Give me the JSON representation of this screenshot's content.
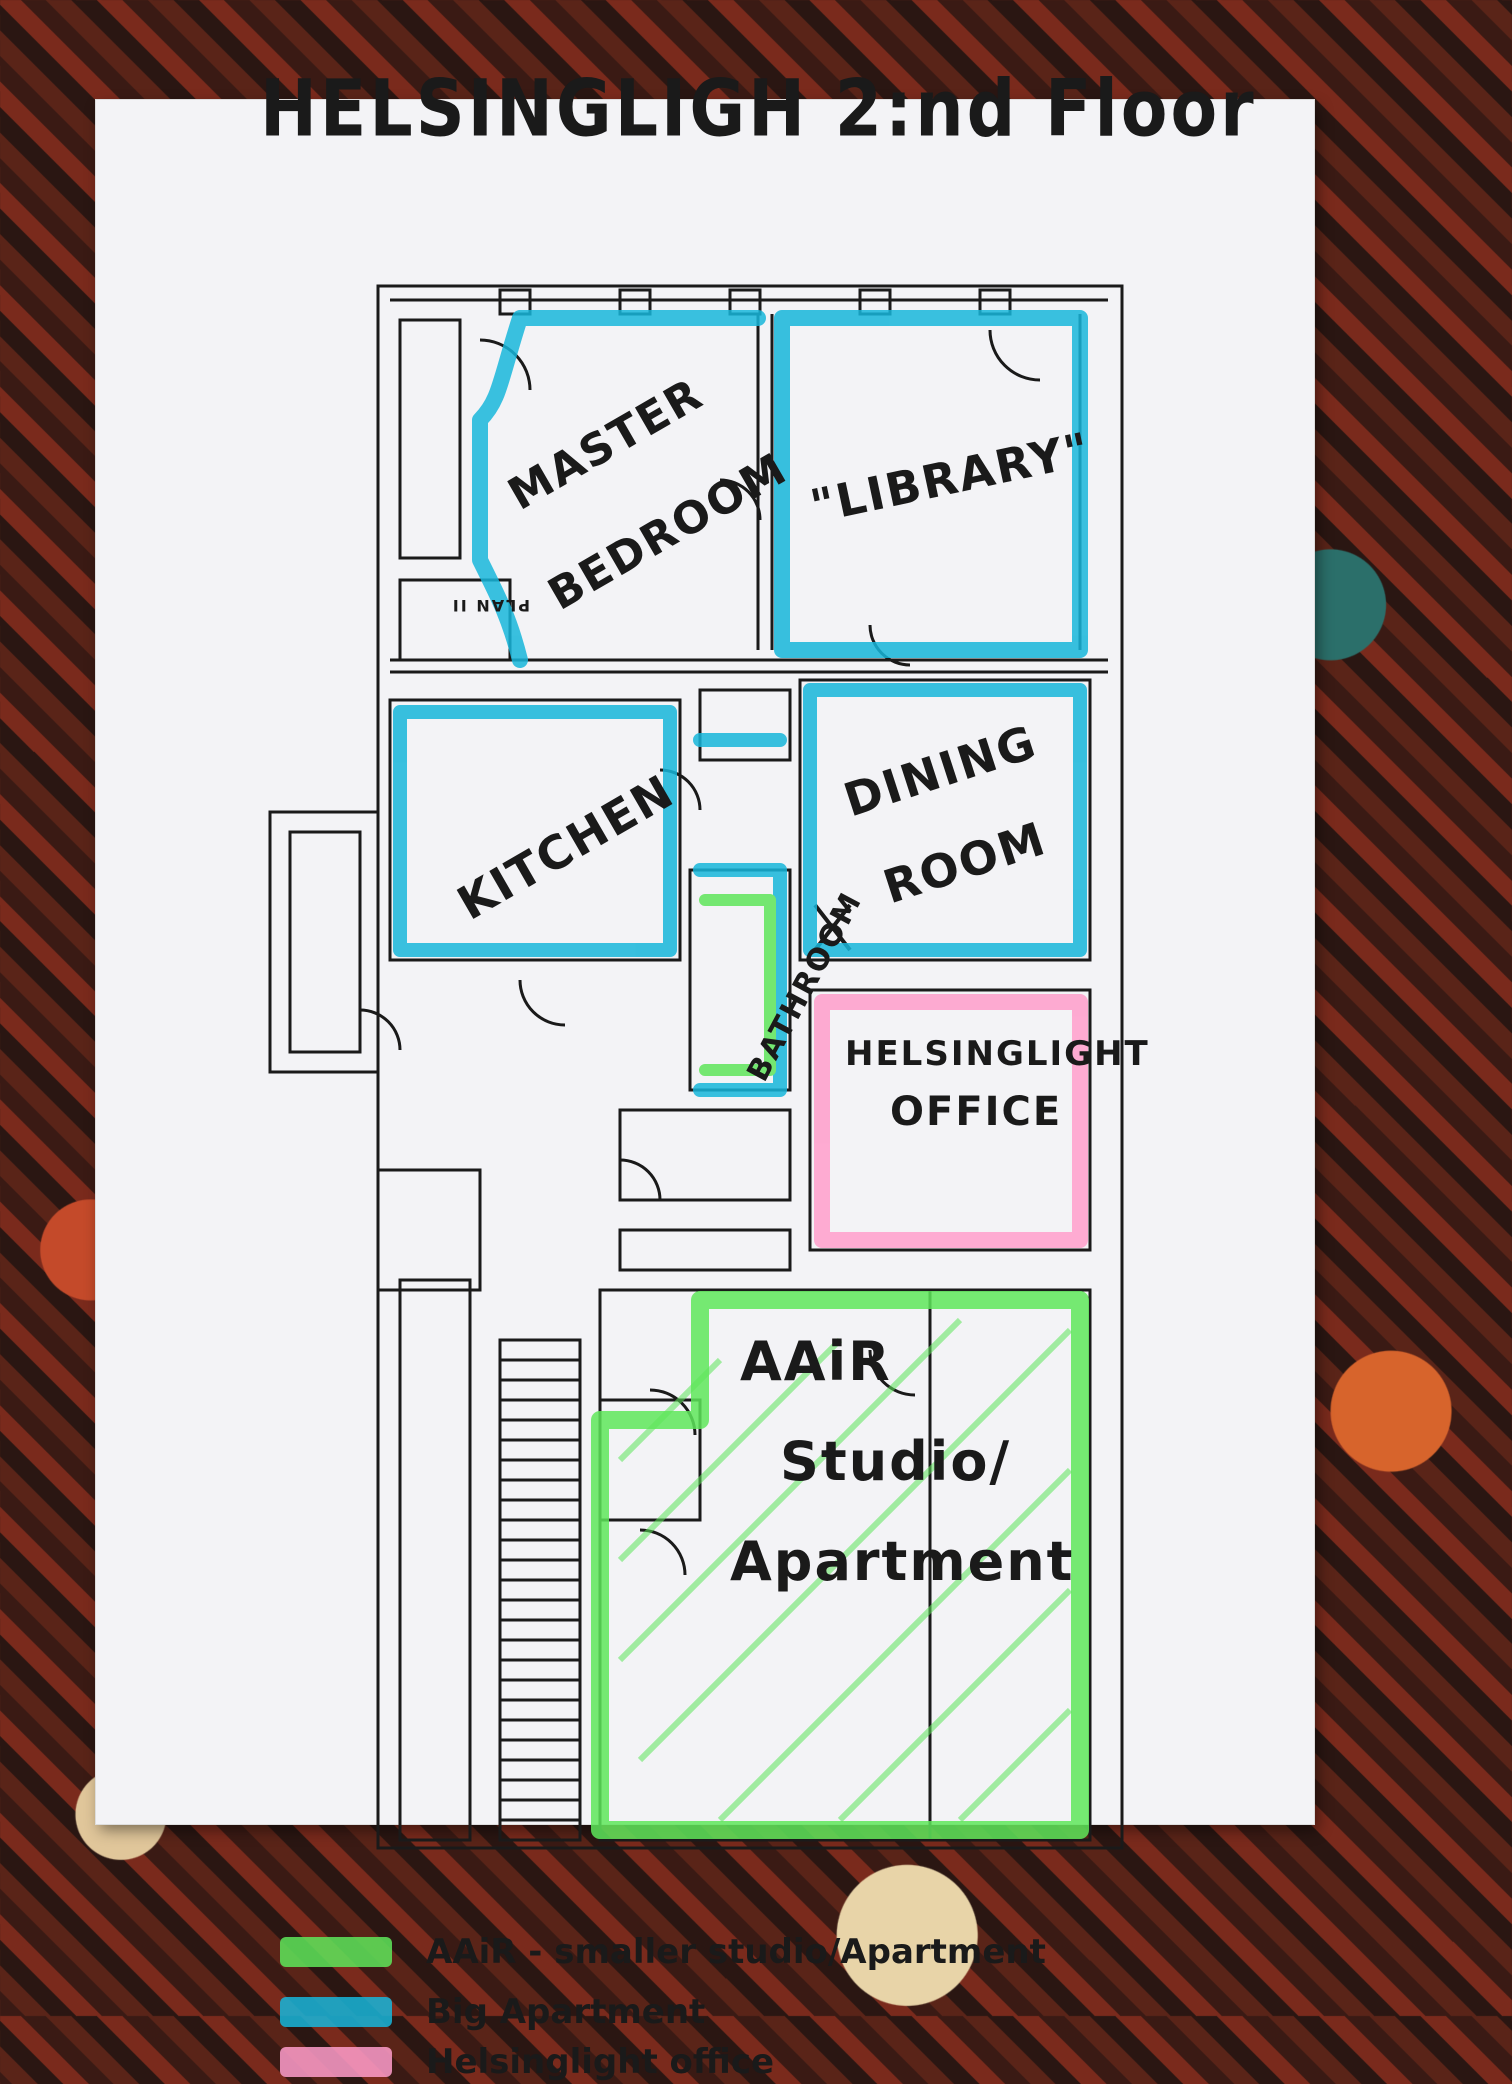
{
  "title": "HELSINGLIGH 2:nd Floor",
  "plan_tag": "PLAN II",
  "rooms": {
    "master_bedroom": [
      "MASTER",
      "BEDROOM"
    ],
    "library": "\"LIBRARY\"",
    "kitchen": "KITCHEN",
    "dining_room": [
      "DINING",
      "ROOM"
    ],
    "bathroom": "BATHROOM",
    "office": [
      "HELSINGLIGHT",
      "OFFICE"
    ],
    "studio": [
      "AAiR",
      "Studio/",
      "Apartment"
    ]
  },
  "legend": [
    {
      "label": "AAiR - smaller studio/Apartment",
      "color": "#5ee65a"
    },
    {
      "label": "Big Apartment",
      "color": "#17b6da"
    },
    {
      "label": "Helsinglight office",
      "color": "#ff9ecb"
    }
  ],
  "colors": {
    "green_highlight": "#5ee65a",
    "blue_highlight": "#17b6da",
    "pink_highlight": "#ff9ecb",
    "ink": "#1a1a1a",
    "paper": "#f3f3f6"
  }
}
